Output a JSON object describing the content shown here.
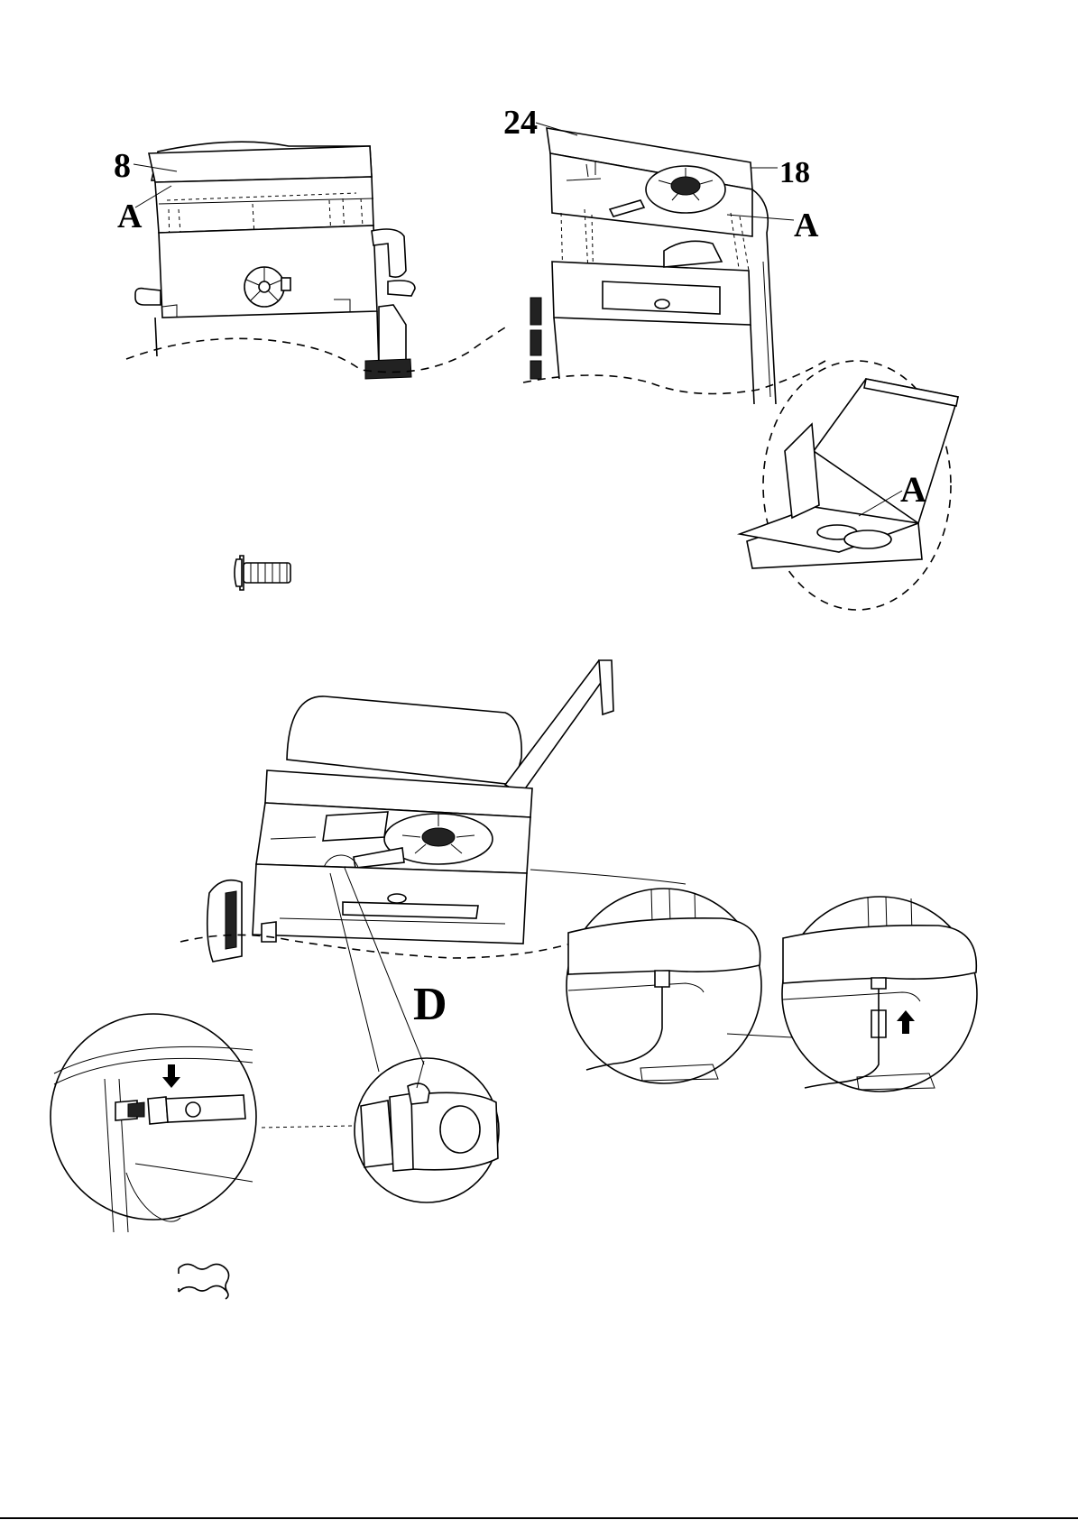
{
  "callouts": {
    "step1_part_left": "8",
    "step1_fastener_left": "A",
    "step1_part_top": "24",
    "step1_part_side": "18",
    "step1_fastener_right": "A",
    "step1_fastener_detail": "A",
    "step2_clip": "D"
  },
  "icons": {
    "fastener": "screw-icon",
    "clip": "hairpin-clip-icon",
    "arrow_down": "arrow-down-icon",
    "arrow_up": "arrow-up-icon"
  }
}
